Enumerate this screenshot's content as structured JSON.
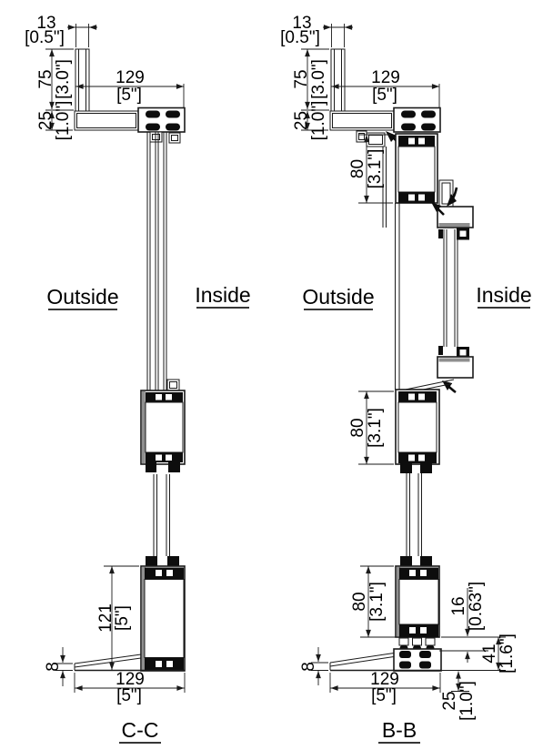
{
  "sections": {
    "cc": {
      "label": "C-C",
      "outside_label": "Outside",
      "inside_label": "Inside",
      "dims": {
        "fin_width": {
          "mm": "13",
          "inch": "[0.5\"]"
        },
        "fin_height": {
          "mm": "75",
          "inch": "[3.0\"]"
        },
        "head_width": {
          "mm": "129",
          "inch": "[5\"]"
        },
        "head_height": {
          "mm": "25",
          "inch": "[1.0\"]"
        },
        "sill_height": {
          "mm": "121",
          "inch": "[5\"]"
        },
        "sill_lip": {
          "mm": "8"
        },
        "base_width": {
          "mm": "129",
          "inch": "[5\"]"
        }
      }
    },
    "bb": {
      "label": "B-B",
      "outside_label": "Outside",
      "inside_label": "Inside",
      "dims": {
        "fin_width": {
          "mm": "13",
          "inch": "[0.5\"]"
        },
        "fin_height": {
          "mm": "75",
          "inch": "[3.0\"]"
        },
        "head_width": {
          "mm": "129",
          "inch": "[5\"]"
        },
        "head_height": {
          "mm": "25",
          "inch": "[1.0\"]"
        },
        "vent_head_frame": {
          "mm": "80",
          "inch": "[3.1\"]"
        },
        "vent_sill_frame": {
          "mm": "80",
          "inch": "[3.1\"]"
        },
        "bottom_frame": {
          "mm": "80",
          "inch": "[3.1\"]"
        },
        "hook_height": {
          "mm": "16",
          "inch": "[0.63\"]"
        },
        "sill_profile": {
          "mm": "41",
          "inch": "[1.6\"]"
        },
        "sill_lip": {
          "mm": "8"
        },
        "base_width": {
          "mm": "129",
          "inch": "[5\"]"
        },
        "base_offset": {
          "mm": "25",
          "inch": "[1.0\"]"
        }
      }
    }
  },
  "colors": {
    "line": "#1a1a1a",
    "background": "#ffffff"
  }
}
